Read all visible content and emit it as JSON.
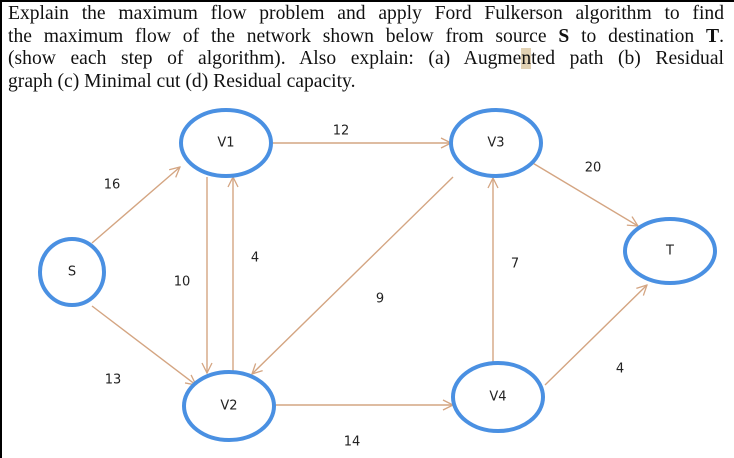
{
  "question": {
    "lines": [
      [
        "Explain the maximum flow problem and apply Ford Fulkerson algorithm to find"
      ],
      [
        "the maximum flow of the network shown below from source ",
        "S",
        " to destination ",
        "T",
        "."
      ],
      [
        "(show each step of algorithm). Also explain: (a) Augme",
        "n",
        "ted path (b) Residual"
      ],
      [
        "graph (c) Minimal cut (d) Residual capacity."
      ]
    ],
    "line1": "Explain the maximum flow problem and apply Ford Fulkerson algorithm to find",
    "line2_a": "the maximum flow of the network shown below from source ",
    "line2_source": "S",
    "line2_b": " to destination ",
    "line2_sink": "T",
    "line2_c": ".",
    "line3_a": "(show each step of algorithm). Also explain: (a) Augme",
    "line3_hl": "n",
    "line3_b": "ted path (b) Residual",
    "line4": "graph (c) Minimal cut (d) Residual capacity."
  },
  "colors": {
    "node_stroke": "#4a90e2",
    "edge_stroke": "#d4a582",
    "text": "#222222"
  },
  "graph": {
    "nodes": [
      {
        "id": "S",
        "label": "S"
      },
      {
        "id": "V1",
        "label": "V1"
      },
      {
        "id": "V2",
        "label": "V2"
      },
      {
        "id": "V3",
        "label": "V3"
      },
      {
        "id": "V4",
        "label": "V4"
      },
      {
        "id": "T",
        "label": "T"
      }
    ],
    "edges": [
      {
        "from": "S",
        "to": "V1",
        "capacity": "16"
      },
      {
        "from": "S",
        "to": "V2",
        "capacity": "13"
      },
      {
        "from": "V1",
        "to": "V3",
        "capacity": "12"
      },
      {
        "from": "V1",
        "to": "V2",
        "capacity": "10"
      },
      {
        "from": "V2",
        "to": "V1",
        "capacity": "4"
      },
      {
        "from": "V3",
        "to": "V2",
        "capacity": "9"
      },
      {
        "from": "V2",
        "to": "V4",
        "capacity": "14"
      },
      {
        "from": "V4",
        "to": "V3",
        "capacity": "7"
      },
      {
        "from": "V3",
        "to": "T",
        "capacity": "20"
      },
      {
        "from": "V4",
        "to": "T",
        "capacity": "4"
      }
    ]
  }
}
